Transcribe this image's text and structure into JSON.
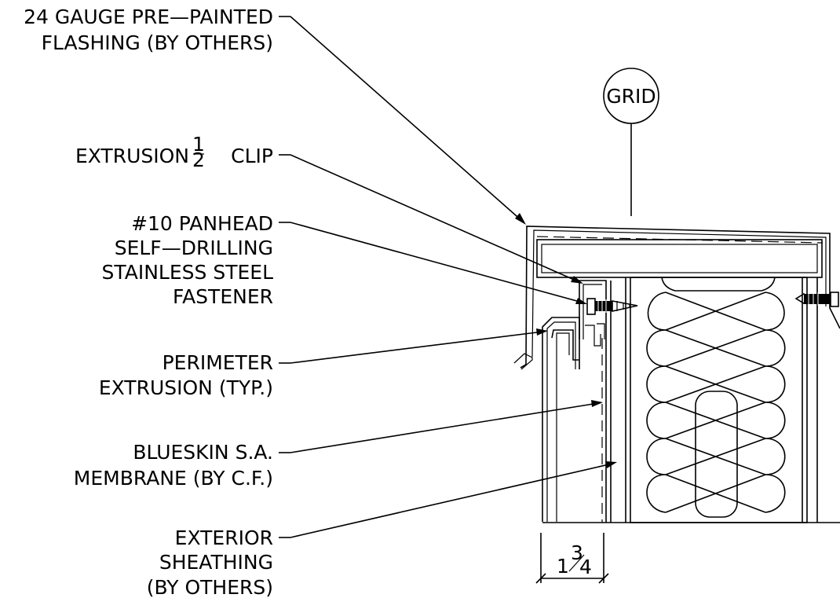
{
  "callouts": [
    {
      "id": "flashing",
      "lines": [
        "24 GAUGE PRE—PAINTED",
        "FLASHING (BY OTHERS)"
      ]
    },
    {
      "id": "clip",
      "lines": [
        "EXTRUSION",
        "CLIP"
      ],
      "fraction": {
        "num": "1",
        "den": "2"
      }
    },
    {
      "id": "fastener",
      "lines": [
        "#10 PANHEAD",
        "SELF—DRILLING",
        "STAINLESS STEEL",
        "FASTENER"
      ]
    },
    {
      "id": "perimeter",
      "lines": [
        "PERIMETER",
        "EXTRUSION (TYP.)"
      ]
    },
    {
      "id": "membrane",
      "lines": [
        "BLUESKIN S.A.",
        "MEMBRANE (BY C.F.)"
      ]
    },
    {
      "id": "sheathing",
      "lines": [
        "EXTERIOR",
        "SHEATHING",
        "(BY OTHERS)"
      ]
    }
  ],
  "grid_bubble": {
    "label": "GRID"
  },
  "dimension": {
    "whole": "1",
    "num": "3",
    "den": "4"
  },
  "colors": {
    "line": "#000000",
    "background": "#ffffff"
  }
}
